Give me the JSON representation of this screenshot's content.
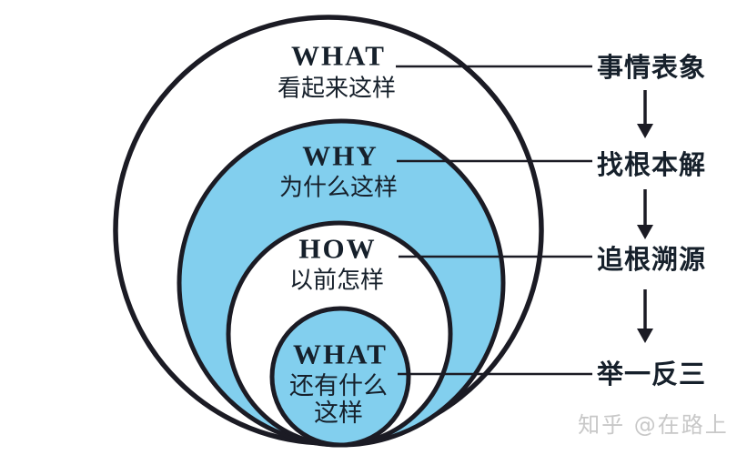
{
  "colors": {
    "background": "#ffffff",
    "circle_fill_blue": "#82cfee",
    "circle_fill_white": "#ffffff",
    "stroke": "#1b1b24",
    "text": "#16202b",
    "watermark": "#c8c8c8"
  },
  "rings": [
    {
      "title": "WHAT",
      "subtitle": "看起来这样"
    },
    {
      "title": "WHY",
      "subtitle": "为什么这样"
    },
    {
      "title": "HOW",
      "subtitle": "以前怎样"
    },
    {
      "title": "WHAT",
      "subtitle_lines": [
        "还有什么",
        "这样"
      ]
    }
  ],
  "side_labels": [
    "事情表象",
    "找根本解",
    "追根溯源",
    "举一反三"
  ],
  "watermark": "知乎 @在路上"
}
